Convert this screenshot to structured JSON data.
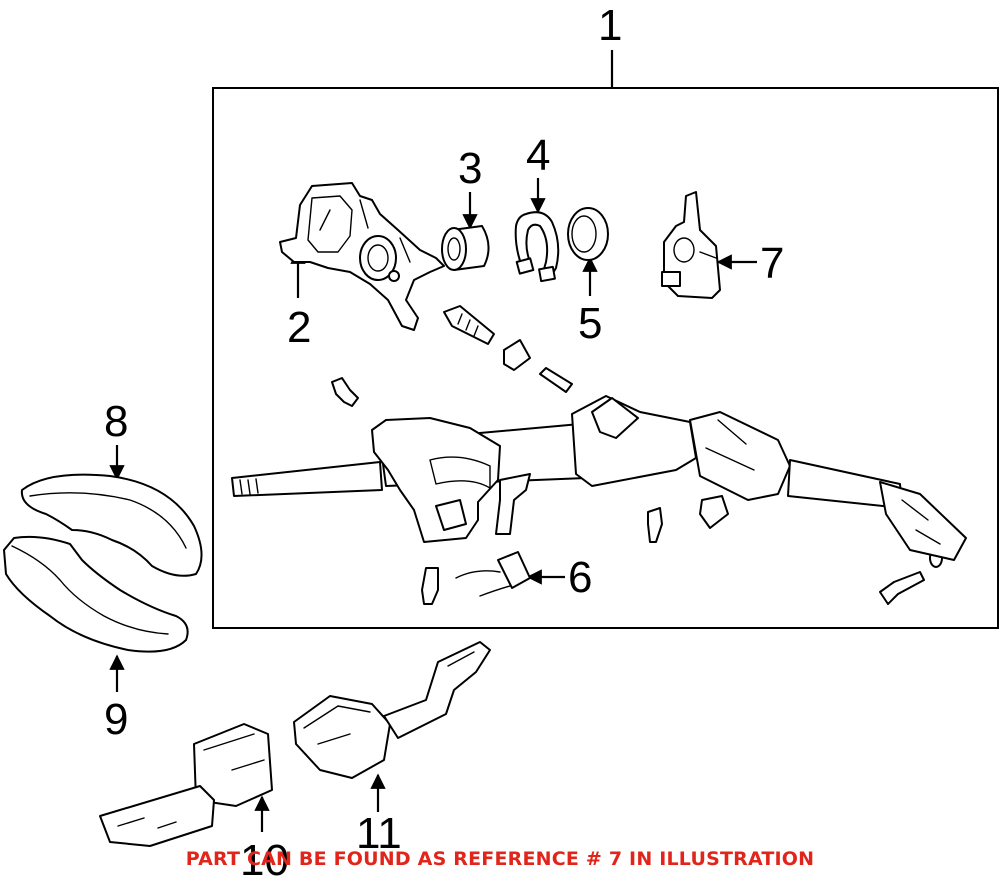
{
  "callouts": {
    "c1": "1",
    "c2": "2",
    "c3": "3",
    "c4": "4",
    "c5": "5",
    "c6": "6",
    "c7": "7",
    "c8": "8",
    "c9": "9",
    "c10": "10",
    "c11": "11"
  },
  "footer_note": "PART CAN BE FOUND AS REFERENCE # 7 IN ILLUSTRATION",
  "colors": {
    "line": "#000000",
    "background": "#ffffff",
    "note": "#e1251b"
  }
}
